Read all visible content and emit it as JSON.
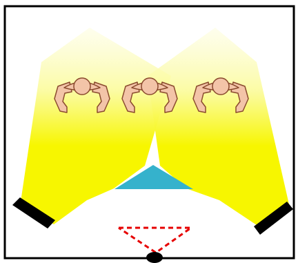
{
  "scene": {
    "frame_color": "#000000",
    "background_color": "#ffffff",
    "light_beam": {
      "color_bright": "#f7f600",
      "color_fade": "#fdfde2",
      "count": 2
    },
    "light_fixture_color": "#000000",
    "people": {
      "count": 3,
      "skin_color": "#f3c4a8",
      "outline_color": "#8a4a2e"
    },
    "desk_wedge_color": "#35b2cc",
    "camera": {
      "color": "#000000",
      "field_of_view_color": "#e60000",
      "field_of_view_style": "dashed"
    },
    "icons": [
      "spotlight-icon",
      "person-icon",
      "camera-icon"
    ]
  }
}
